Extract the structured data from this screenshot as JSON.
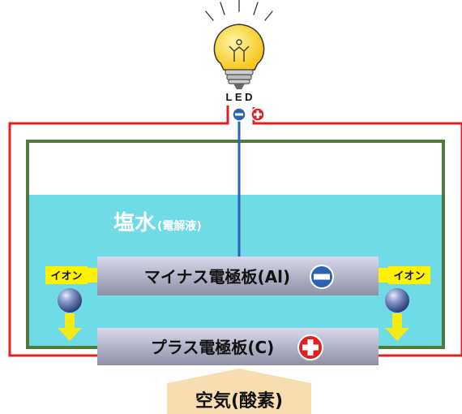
{
  "led": {
    "label": "L E D",
    "terminal_minus_color": "#2c64b4",
    "terminal_plus_color": "#e02020"
  },
  "solution": {
    "label_main": "塩水",
    "label_sub": "(電解液)",
    "color": "#6fdbe6"
  },
  "negative_plate": {
    "label": "マイナス電極板(Al)",
    "sign": "minus"
  },
  "positive_plate": {
    "label": "プラス電極板(C)",
    "sign": "plus"
  },
  "ion_left": {
    "label": "イオン"
  },
  "ion_right": {
    "label": "イオン"
  },
  "air": {
    "label": "空気(酸素)"
  },
  "colors": {
    "wire": "#e02020",
    "container": "#4f7a3a",
    "wire_blue": "#2c64b4",
    "ion_badge": "#fff200",
    "arrow": "#f5ea14",
    "air_bg": "#f7ddb0"
  }
}
